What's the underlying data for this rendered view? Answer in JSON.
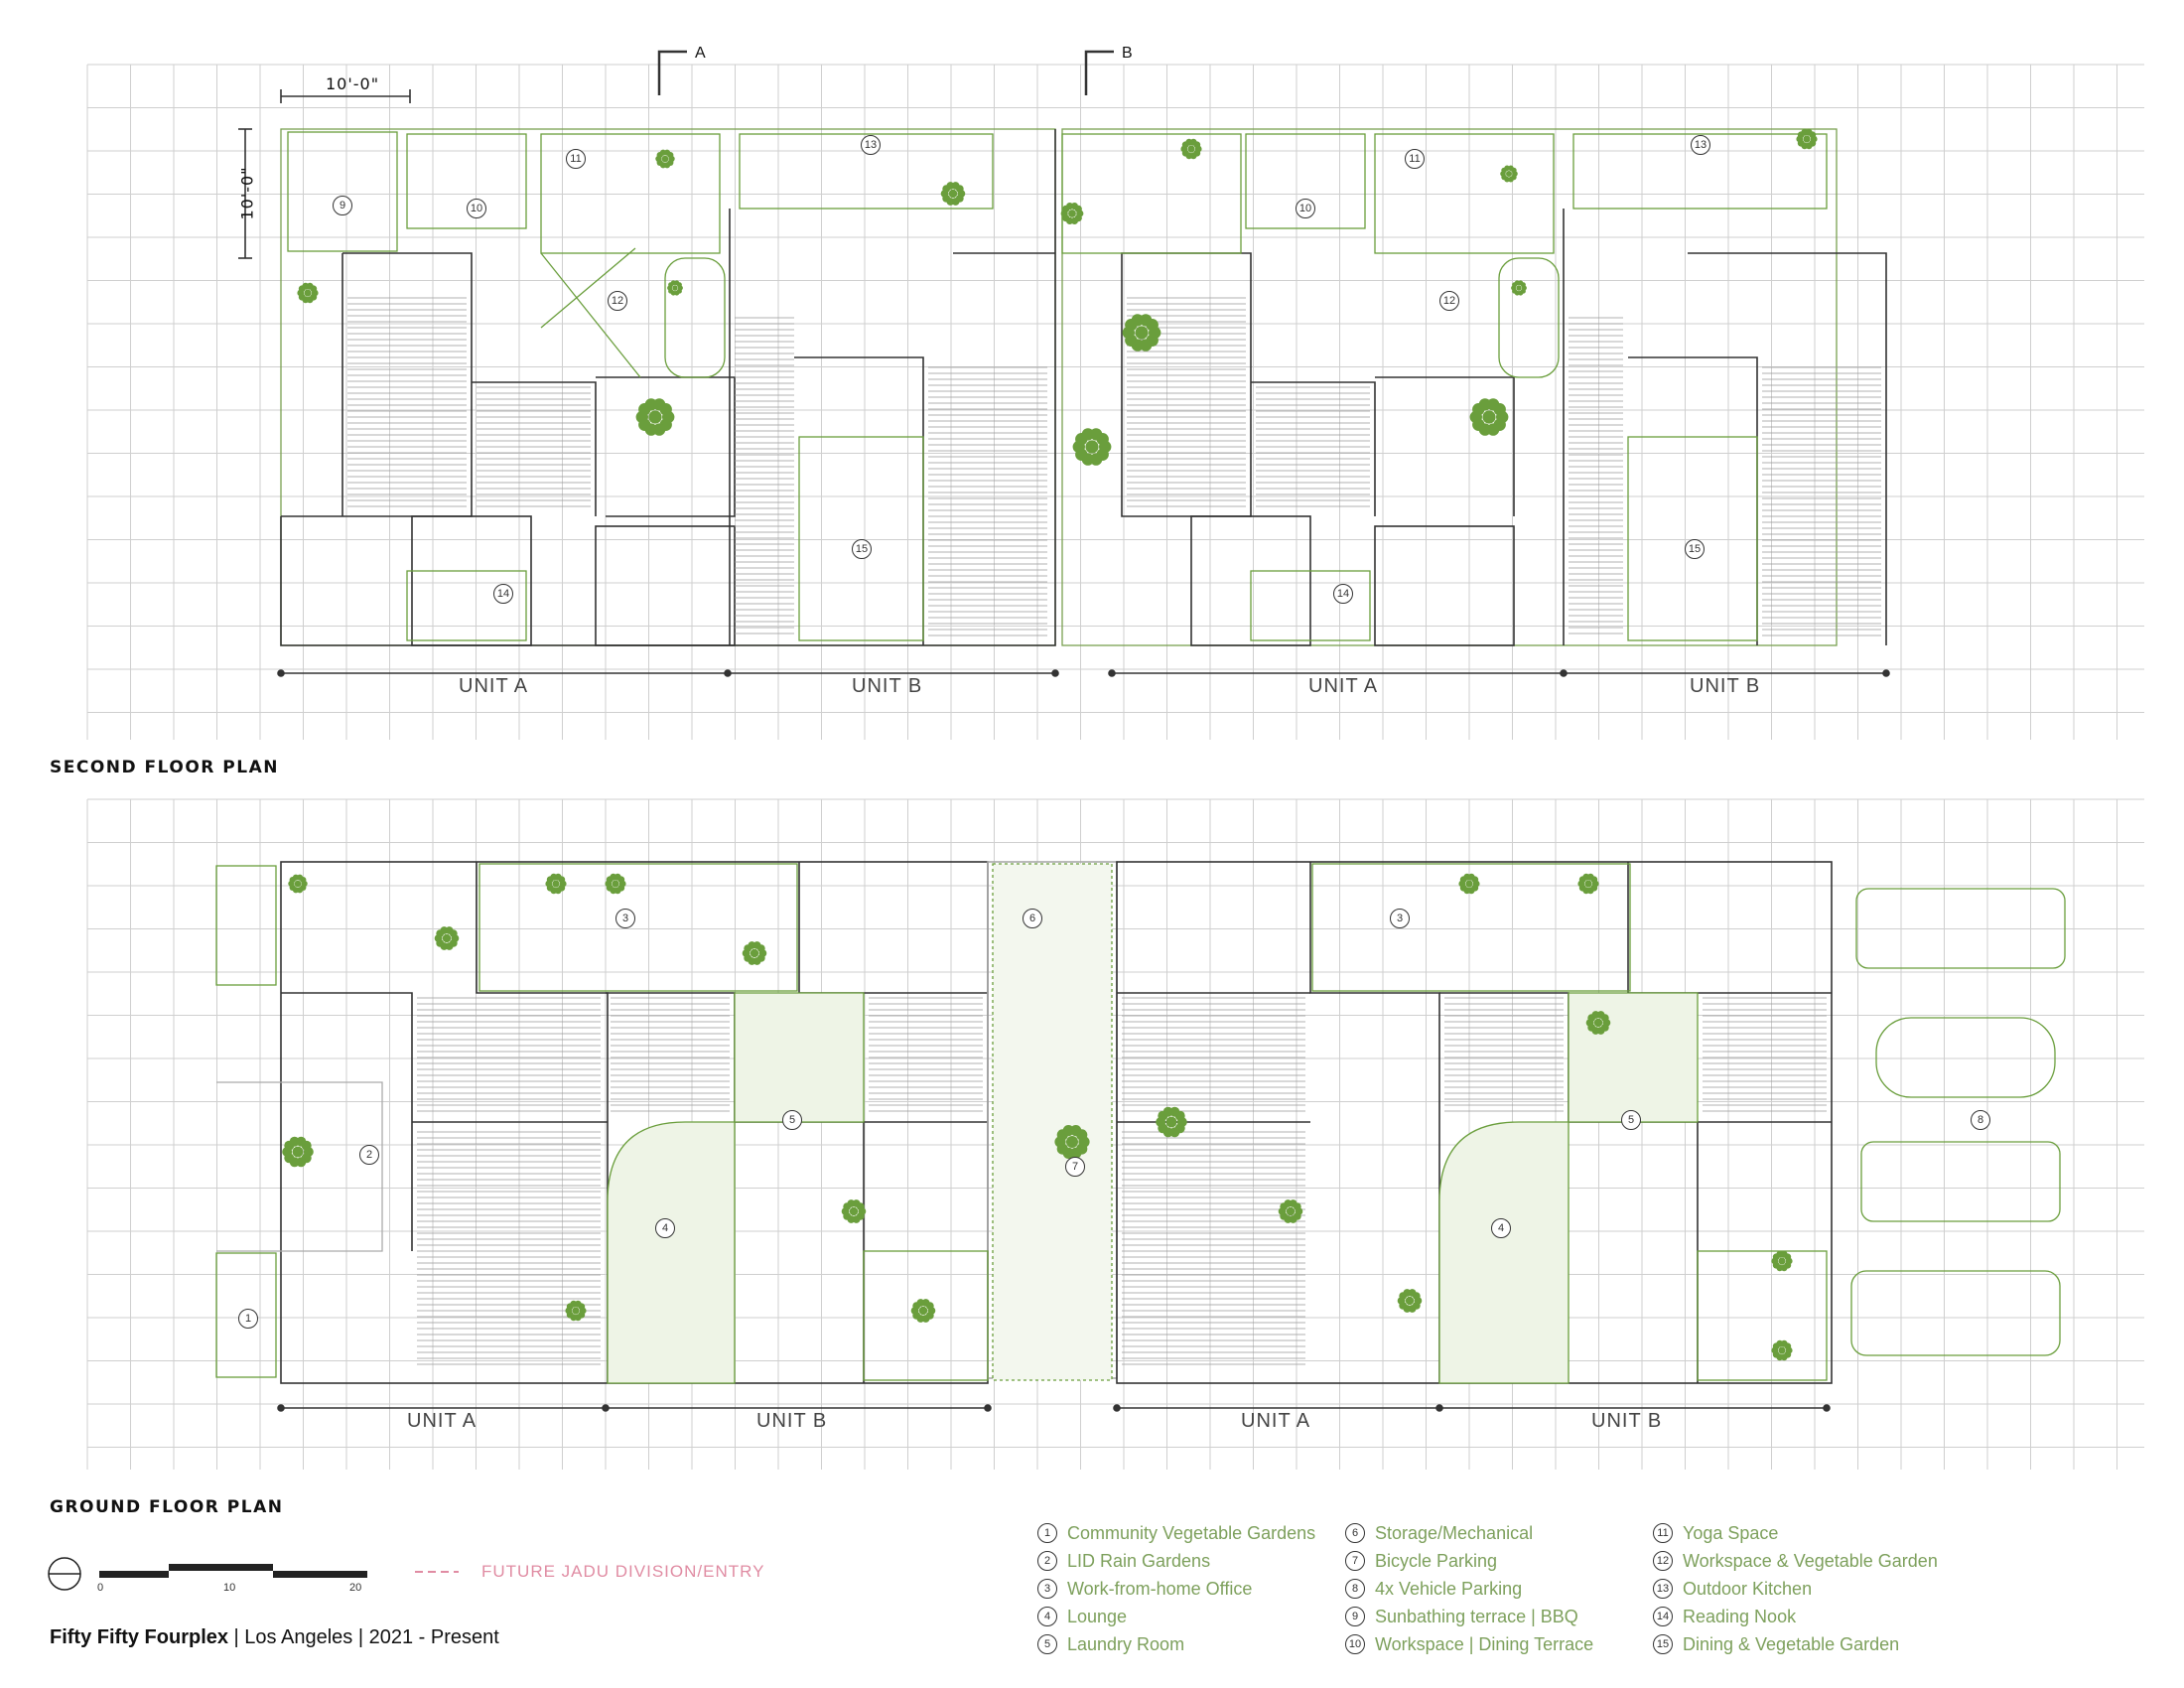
{
  "plans": {
    "second_floor": {
      "title": "SECOND FLOOR PLAN",
      "dimension": "10'-0\"",
      "dimension_vertical": "10'-0\"",
      "units": [
        "UNIT A",
        "UNIT B",
        "UNIT A",
        "UNIT B"
      ],
      "space_numbers": [
        "9",
        "10",
        "11",
        "12",
        "13",
        "14",
        "15",
        "13",
        "10",
        "11",
        "12",
        "14",
        "15"
      ]
    },
    "ground_floor": {
      "title": "GROUND FLOOR PLAN",
      "units": [
        "UNIT A",
        "UNIT B",
        "UNIT A",
        "UNIT B"
      ],
      "space_numbers": [
        "1",
        "2",
        "3",
        "4",
        "5",
        "6",
        "7",
        "3",
        "4",
        "5",
        "8"
      ]
    }
  },
  "section_markers": [
    "A",
    "B"
  ],
  "scale_bar": {
    "ticks": [
      "0",
      "10",
      "20"
    ]
  },
  "jadu_legend": "FUTURE JADU DIVISION/ENTRY",
  "legend": [
    {
      "n": "1",
      "label": "Community Vegetable Gardens"
    },
    {
      "n": "2",
      "label": "LID Rain Gardens"
    },
    {
      "n": "3",
      "label": "Work-from-home Office"
    },
    {
      "n": "4",
      "label": "Lounge"
    },
    {
      "n": "5",
      "label": "Laundry Room"
    },
    {
      "n": "6",
      "label": "Storage/Mechanical"
    },
    {
      "n": "7",
      "label": "Bicycle Parking"
    },
    {
      "n": "8",
      "label": "4x Vehicle Parking"
    },
    {
      "n": "9",
      "label": "Sunbathing terrace | BBQ"
    },
    {
      "n": "10",
      "label": "Workspace | Dining Terrace"
    },
    {
      "n": "11",
      "label": "Yoga Space"
    },
    {
      "n": "12",
      "label": "Workspace & Vegetable Garden"
    },
    {
      "n": "13",
      "label": "Outdoor Kitchen"
    },
    {
      "n": "14",
      "label": "Reading Nook"
    },
    {
      "n": "15",
      "label": "Dining & Vegetable Garden"
    }
  ],
  "project": {
    "name": "Fifty Fifty Fourplex",
    "rest": " | Los Angeles | 2021 - Present"
  },
  "colors": {
    "grid": "#cfcfcf",
    "plant": "#6a9e3c",
    "line": "#333333",
    "jadu": "#e08ca3",
    "legend_text": "#7da05c"
  }
}
